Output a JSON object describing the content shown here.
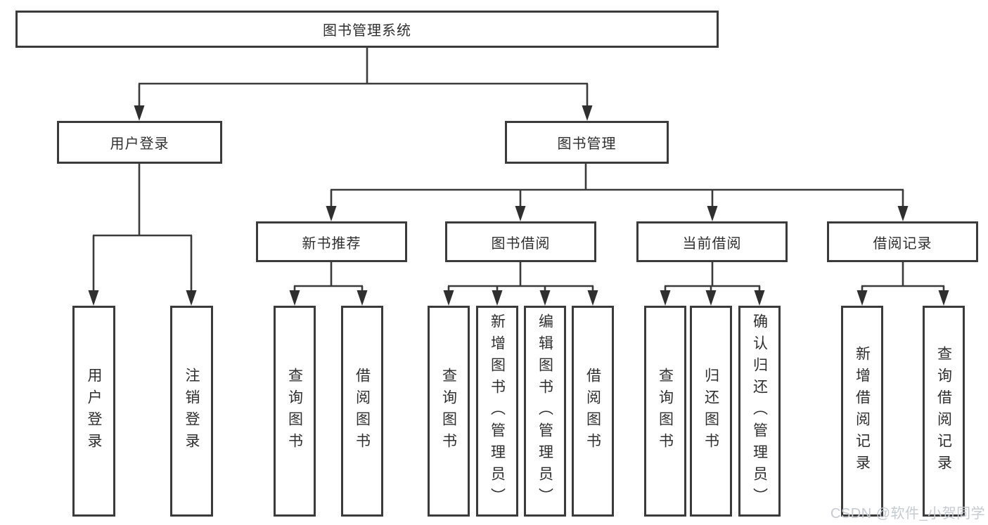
{
  "tree": {
    "root": "图书管理系统",
    "branches": [
      {
        "label": "用户登录",
        "children": [
          "用户登录",
          "注销登录"
        ]
      },
      {
        "label": "图书管理",
        "groups": [
          {
            "label": "新书推荐",
            "children": [
              "查询图书",
              "借阅图书"
            ]
          },
          {
            "label": "图书借阅",
            "children": [
              "查询图书",
              "新增图书（管理员）",
              "编辑图书（管理员）",
              "借阅图书"
            ]
          },
          {
            "label": "当前借阅",
            "children": [
              "查询图书",
              "归还图书",
              "确认归还（管理员）"
            ]
          },
          {
            "label": "借阅记录",
            "children": [
              "新增借阅记录",
              "查询借阅记录"
            ]
          }
        ]
      }
    ]
  },
  "watermark": "CSDN @软件_小贺同学",
  "colors": {
    "line": "#3b3b3b",
    "text": "#2f2f2f",
    "watermark": "#c5cbd1",
    "background": "#ffffff"
  }
}
